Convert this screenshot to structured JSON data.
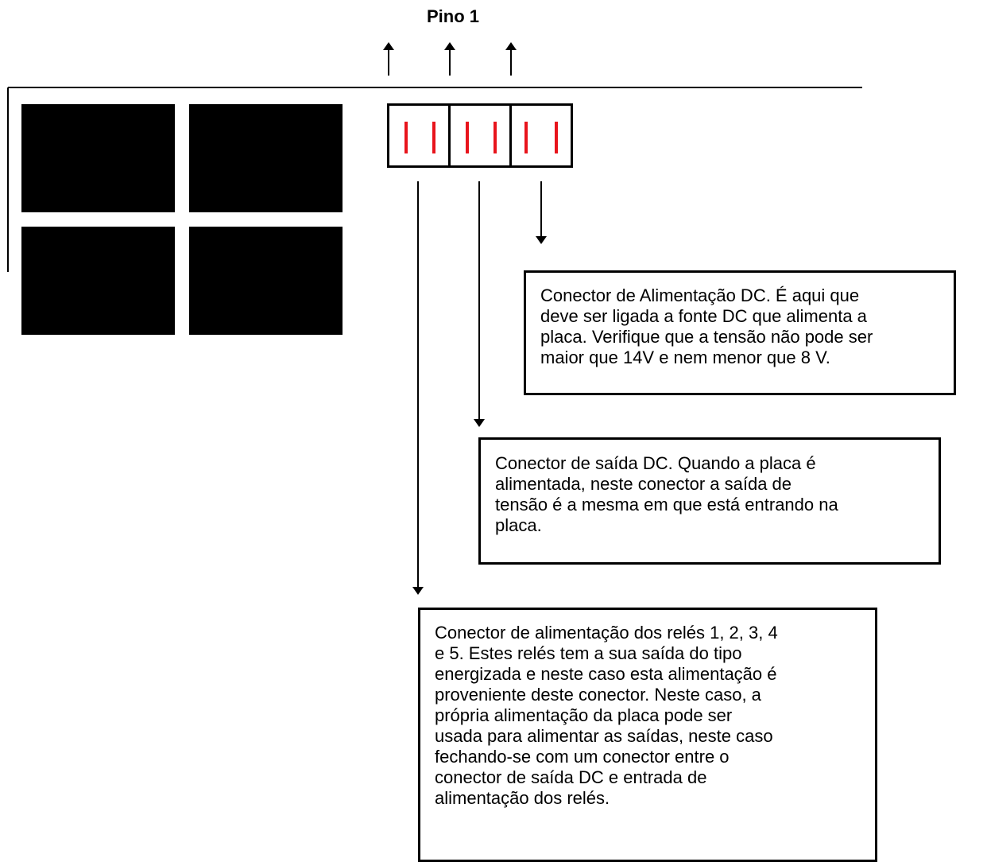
{
  "pin_label": "Pino 1",
  "colors": {
    "pin": "#e8141c",
    "line": "#000000",
    "block": "#000000"
  },
  "connectors": [
    {
      "name": "relay-power-connector",
      "pins": 2
    },
    {
      "name": "dc-output-connector",
      "pins": 2
    },
    {
      "name": "dc-power-connector",
      "pins": 2
    }
  ],
  "callouts": {
    "dc_power": {
      "lines": [
        "Conector de Alimentação DC. É aqui que",
        "deve ser ligada a fonte DC que alimenta a",
        "placa. Verifique que a tensão não pode ser",
        "maior que 14V e nem menor que 8 V."
      ]
    },
    "dc_output": {
      "lines": [
        "Conector de saída DC.  Quando a placa é",
        "alimentada, neste conector a saída de",
        "tensão é a mesma em que está entrando na",
        "placa."
      ]
    },
    "relay_power": {
      "lines": [
        "Conector de alimentação dos relés 1, 2, 3, 4",
        "e 5. Estes relés tem a sua saída do tipo",
        "energizada e neste caso esta alimentação é",
        "proveniente deste conector. Neste caso, a",
        "própria alimentação da placa pode ser",
        "usada para alimentar as saídas, neste caso",
        "fechando-se com um conector entre o",
        "conector de saída DC e entrada de",
        "alimentação dos relés."
      ]
    }
  }
}
